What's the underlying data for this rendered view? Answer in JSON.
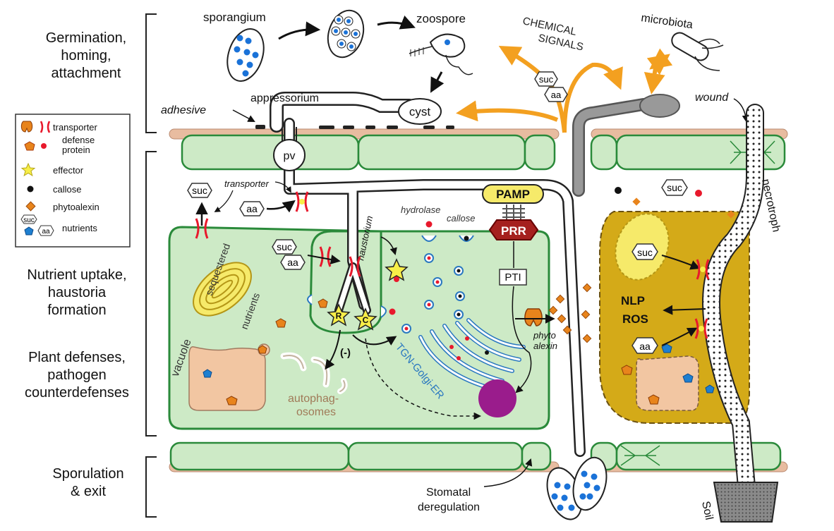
{
  "stages": [
    {
      "lines": [
        "Germination,",
        "homing,",
        "attachment"
      ]
    },
    {
      "lines": [
        "Nutrient uptake,",
        "haustoria",
        "formation"
      ]
    },
    {
      "lines": [
        "Plant defenses,",
        "pathogen",
        "counterdefenses"
      ]
    },
    {
      "lines": [
        "Sporulation",
        "& exit"
      ]
    }
  ],
  "legend": {
    "transporter": "transporter",
    "defense_protein": [
      "defense",
      "protein"
    ],
    "effector": "effector",
    "callose": "callose",
    "phytoalexin": "phytoalexin",
    "nutrients": "nutrients",
    "suc": "suc",
    "aa": "aa"
  },
  "labels": {
    "sporangium": "sporangium",
    "zoospore": "zoospore",
    "chemical_signals": [
      "CHEMICAL",
      "SIGNALS"
    ],
    "microbiota": "microbiota",
    "appressorium": "appressorium",
    "adhesive": "adhesive",
    "cyst": "cyst",
    "wound": "wound",
    "pv": "pv",
    "transporter": "transporter",
    "haustorium": "haustorium",
    "hydrolase": "hydrolase",
    "callose": "callose",
    "pamp": "PAMP",
    "prr": "PRR",
    "pti": "PTI",
    "sequestered": "sequestered",
    "nutrients": "nutrients",
    "vacuole": "vacuole",
    "autophagosomes": [
      "autophag-",
      "osomes"
    ],
    "minus": "(-)",
    "effector_r": "R",
    "effector_c": "C",
    "tgn": "TGN-Golgi-ER",
    "phytoalexin": [
      "phyto",
      "alexin"
    ],
    "necrotroph": "necrotroph",
    "nlp": "NLP",
    "ros": "ROS",
    "soil": "Soil",
    "stomatal": [
      "Stomatal",
      "deregulation"
    ],
    "suc": "suc",
    "aa": "aa"
  },
  "colors": {
    "leaf_cell": "#cdeac6",
    "cell_border": "#2a8a3a",
    "epidermis_tan": "#e8bca0",
    "vacuole": "#f2c6a2",
    "arrow_orange": "#f3a020",
    "necrotic_cell": "#d4aa18",
    "prr_red": "#a5201e",
    "pamp_yellow": "#f6ea6a",
    "effector_yellow": "#f7ee48",
    "nucleus_purple": "#9a1c8c",
    "golgi_blue": "#2a78c0",
    "defense_red": "#e8192c",
    "phytoalexin_orange": "#e8841c",
    "nutrient_blue": "#1e7fd0",
    "spore_blue": "#1a72d8",
    "microbe_gray": "#999999",
    "soil_gray": "#8a8a8a"
  }
}
